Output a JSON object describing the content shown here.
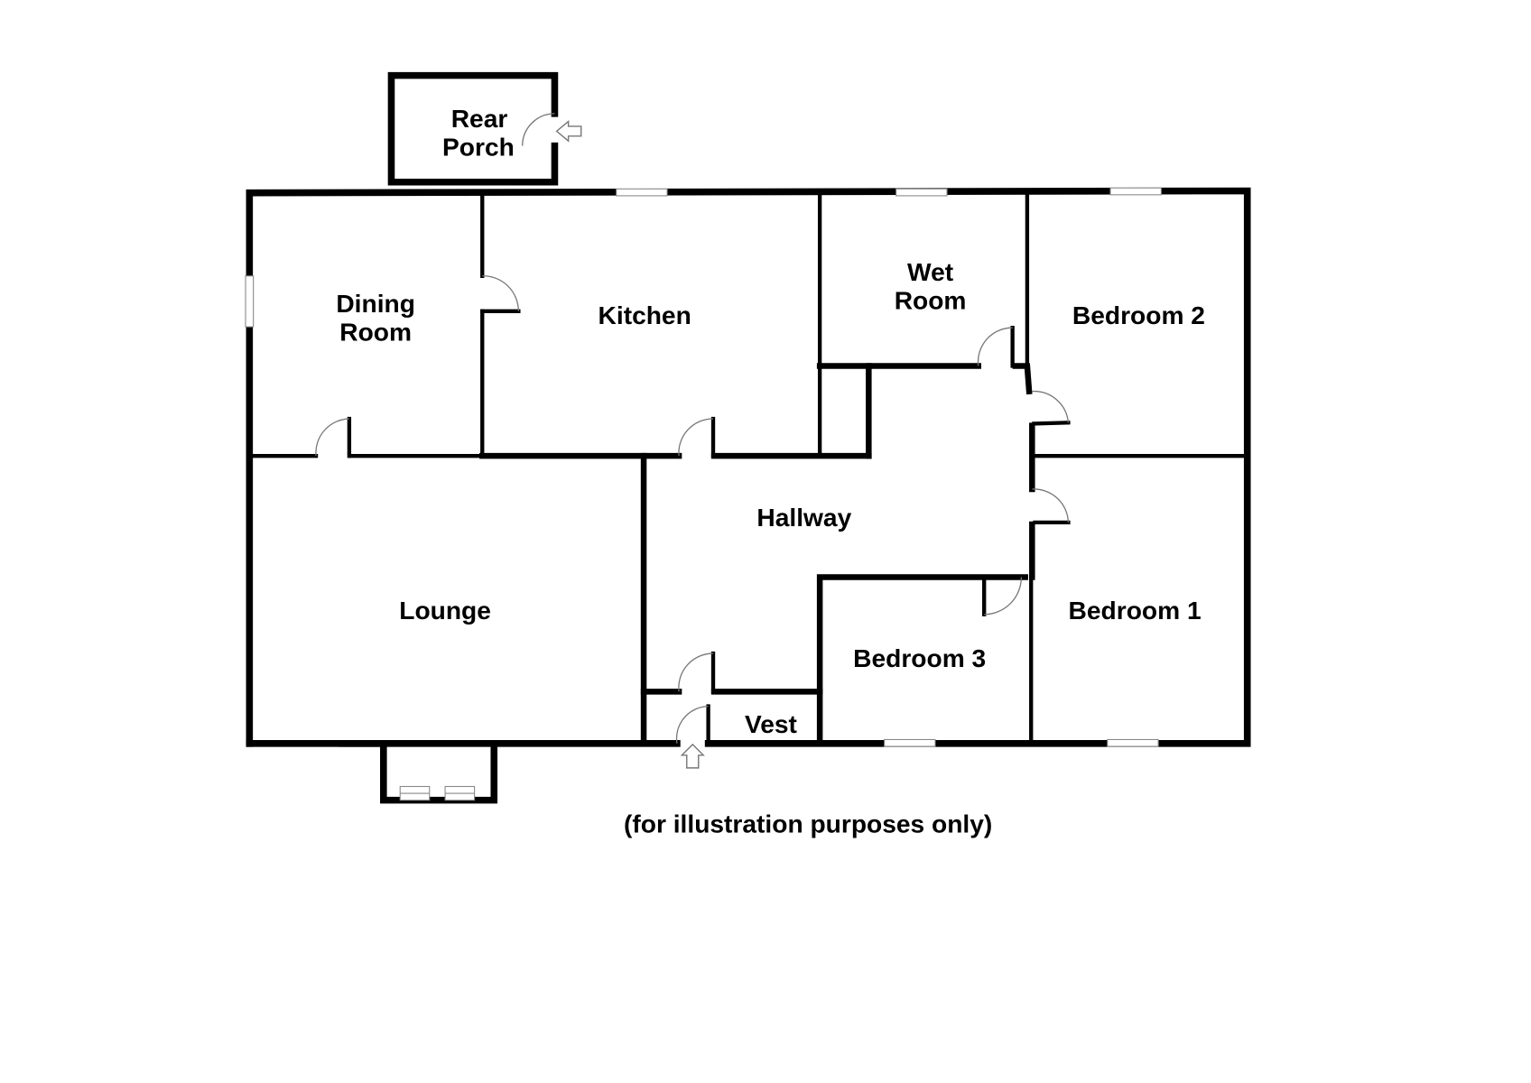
{
  "plan": {
    "rooms": {
      "rear_porch": {
        "line1": "Rear",
        "line2": "Porch"
      },
      "dining_room": {
        "line1": "Dining",
        "line2": "Room"
      },
      "kitchen": {
        "label": "Kitchen"
      },
      "wet_room": {
        "line1": "Wet",
        "line2": "Room"
      },
      "bedroom_2": {
        "label": "Bedroom 2"
      },
      "hallway": {
        "label": "Hallway"
      },
      "lounge": {
        "label": "Lounge"
      },
      "bedroom_1": {
        "label": "Bedroom 1"
      },
      "bedroom_3": {
        "label": "Bedroom 3"
      },
      "vestibule": {
        "label": "Vest"
      }
    },
    "entrances": [
      "rear-entry-arrow",
      "front-entry-arrow"
    ],
    "footer_note": "(for illustration purposes only)",
    "colors": {
      "walls": "#000000",
      "background": "#ffffff",
      "door_swing": "#777777"
    }
  }
}
